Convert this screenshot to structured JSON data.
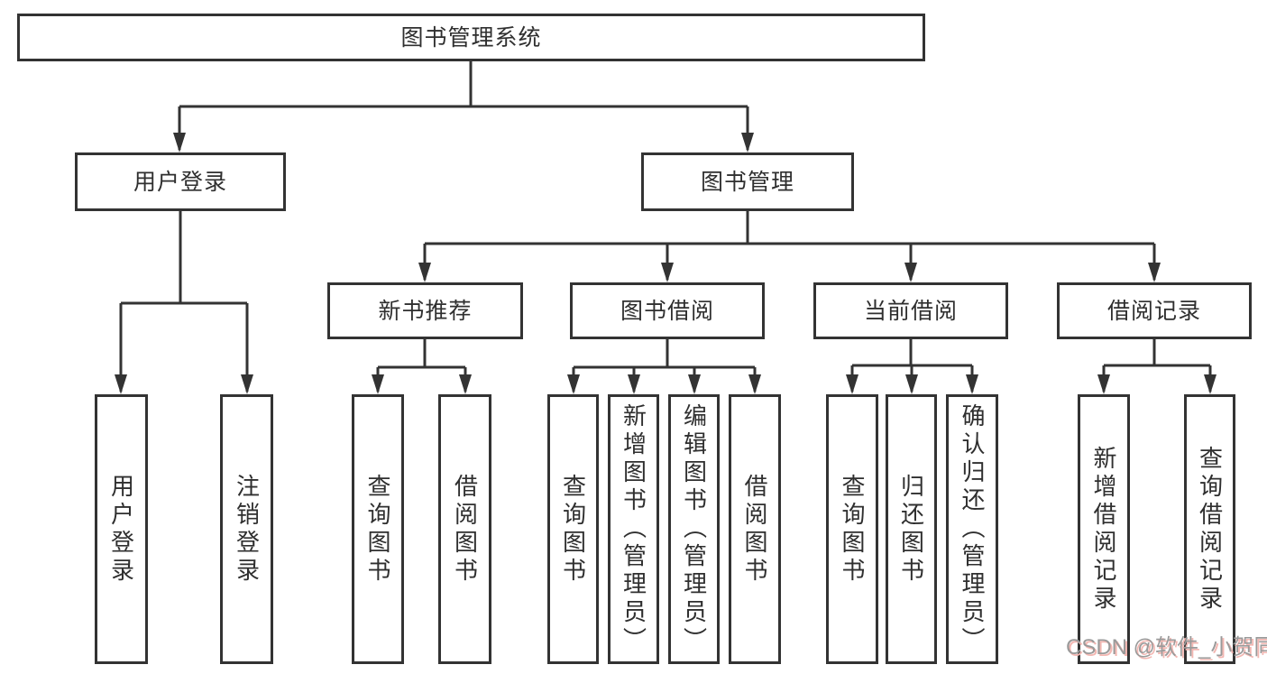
{
  "diagram": {
    "title": "图书管理系统",
    "watermark": "CSDN @软件_小贺同学",
    "colors": {
      "line": "#333333",
      "box_border": "#333333",
      "text": "#2f2f2f",
      "background": "#ffffff",
      "watermark_text": "#9a9a9a",
      "watermark_shadow": "#f3b7b2"
    },
    "branches": [
      {
        "label": "用户登录",
        "children": [
          {
            "label": "用户登录"
          },
          {
            "label": "注销登录"
          }
        ]
      },
      {
        "label": "图书管理",
        "groups": [
          {
            "label": "新书推荐",
            "children": [
              {
                "label": "查询图书"
              },
              {
                "label": "借阅图书"
              }
            ]
          },
          {
            "label": "图书借阅",
            "children": [
              {
                "label": "查询图书"
              },
              {
                "label": "新增图书（管理员）"
              },
              {
                "label": "编辑图书（管理员）"
              },
              {
                "label": "借阅图书"
              }
            ]
          },
          {
            "label": "当前借阅",
            "children": [
              {
                "label": "查询图书"
              },
              {
                "label": "归还图书"
              },
              {
                "label": "确认归还（管理员）"
              }
            ]
          },
          {
            "label": "借阅记录",
            "children": [
              {
                "label": "新增借阅记录"
              },
              {
                "label": "查询借阅记录"
              }
            ]
          }
        ]
      }
    ]
  }
}
